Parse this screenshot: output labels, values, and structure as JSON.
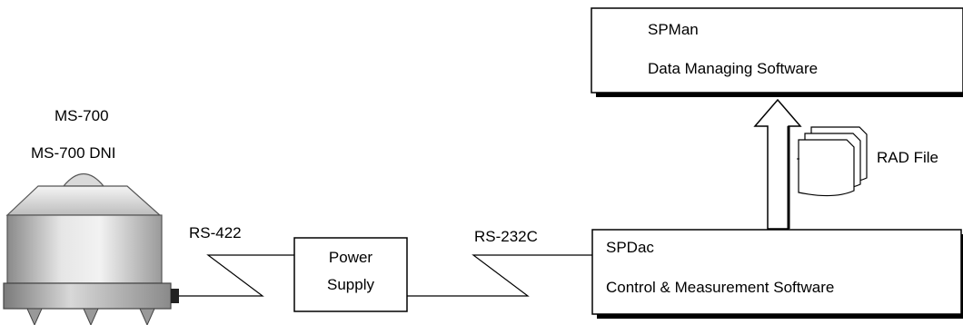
{
  "sensor": {
    "line1": "MS-700",
    "line2": "MS-700 DNI"
  },
  "links": {
    "sensor_to_power": "RS-422",
    "power_to_pc": "RS-232C"
  },
  "power_supply": {
    "line1": "Power",
    "line2": "Supply"
  },
  "spdac": {
    "title": "SPDac",
    "subtitle": "Control & Measurement Software"
  },
  "spman": {
    "title": "SPMan",
    "subtitle": "Data Managing Software"
  },
  "file": {
    "label": "RAD File"
  }
}
